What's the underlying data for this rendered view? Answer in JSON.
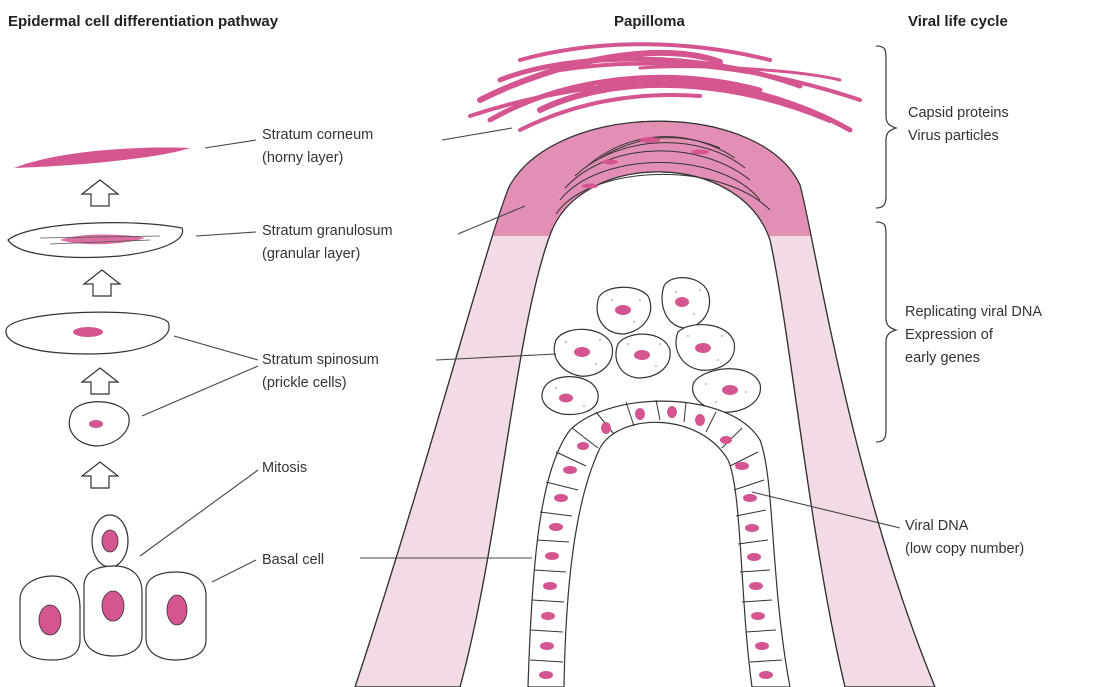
{
  "headings": {
    "left": "Epidermal cell differentiation pathway",
    "center": "Papilloma",
    "right": "Viral life cycle"
  },
  "labels": {
    "stratum_corneum": [
      "Stratum corneum",
      "(horny layer)"
    ],
    "stratum_granulosum": [
      "Stratum granulosum",
      "(granular layer)"
    ],
    "stratum_spinosum": [
      "Stratum spinosum",
      "(prickle cells)"
    ],
    "mitosis": "Mitosis",
    "basal_cell": "Basal cell",
    "viral_dna": [
      "Viral DNA",
      "(low copy number)"
    ]
  },
  "viral_life_cycle": {
    "late": [
      "Capsid proteins",
      "Virus particles"
    ],
    "early": [
      "Replicating viral DNA",
      "Expression of",
      "early genes"
    ]
  },
  "colors": {
    "magenta": "#d4558f",
    "pink_mid": "#e38fb5",
    "pink_light": "#f2dbe6",
    "line": "#333333"
  }
}
